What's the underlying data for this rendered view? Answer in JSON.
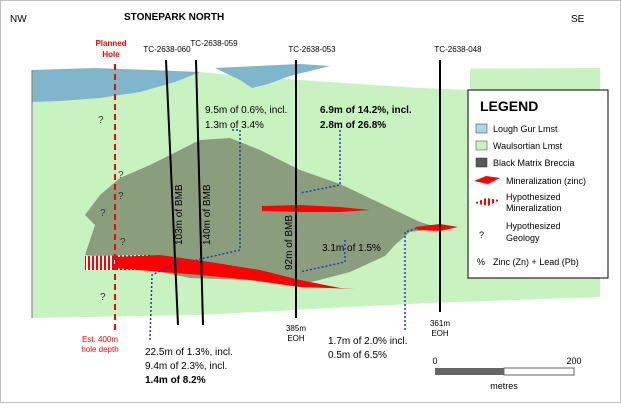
{
  "header": {
    "title": "STONEPARK NORTH",
    "left_direction": "NW",
    "right_direction": "SE"
  },
  "planned_hole": {
    "label_line1": "Planned",
    "label_line2": "Hole",
    "depth_line1": "Est. 400m",
    "depth_line2": "hole depth"
  },
  "drillholes": [
    {
      "id": "TC-2638-060"
    },
    {
      "id": "TC-2638-059"
    },
    {
      "id": "TC-2638-053",
      "eoh_depth": "385m",
      "eoh_label": "EOH"
    },
    {
      "id": "TC-2638-048",
      "eoh_depth": "361m",
      "eoh_label": "EOH"
    }
  ],
  "bmb_labels": [
    "103m of BMB",
    "140m of BMB",
    "92m of BMB"
  ],
  "intercepts": {
    "hole_059": {
      "line1": "9.5m of 0.6%, incl.",
      "line2": "1.3m of 3.4%"
    },
    "hole_053_upper": {
      "line1": "6.9m of 14.2%, incl.",
      "line2": "2.8m of 26.8%"
    },
    "hole_053_lower": {
      "line1": "3.1m of 1.5%"
    },
    "hole_060": {
      "line1": "22.5m of 1.3%, incl.",
      "line2": "9.4m of 2.3%, incl.",
      "line3": "1.4m of 8.2%"
    },
    "hole_048": {
      "line1": "1.7m of 2.0% incl.",
      "line2": "0.5m of 6.5%"
    }
  },
  "question_marks": [
    "?",
    "?",
    "?",
    "?",
    "?",
    "?"
  ],
  "legend": {
    "title": "LEGEND",
    "items": [
      {
        "swatch": "box",
        "color": "#a8d8ee",
        "label": "Lough Gur Lmst"
      },
      {
        "swatch": "box",
        "color": "#c8f3c0",
        "label": "Waulsortian Lmst"
      },
      {
        "swatch": "box",
        "color": "#595959",
        "label": "Black Matrix Breccia"
      },
      {
        "swatch": "wedge",
        "color": "#ff0000",
        "label": "Mineralization (zinc)"
      },
      {
        "swatch": "hatched",
        "color": "#ff0000",
        "label": "Hypothesized",
        "label2": "Mineralization"
      },
      {
        "swatch": "glyph",
        "glyph": "?",
        "label": "Hypothesized",
        "label2": "Geology"
      },
      {
        "swatch": "glyph",
        "glyph": "%",
        "label": "Zinc (Zn) + Lead (Pb)"
      }
    ]
  },
  "scale_bar": {
    "start": "0",
    "end": "200",
    "unit": "metres"
  },
  "colors": {
    "lough_gur": "#7fb6cc",
    "waulsortian": "#c8f3c0",
    "bmb": "#8a9e7e",
    "mineralization": "#ff0000",
    "planned_hole": "#ff0000",
    "intercept_line": "#1f3fbf"
  }
}
